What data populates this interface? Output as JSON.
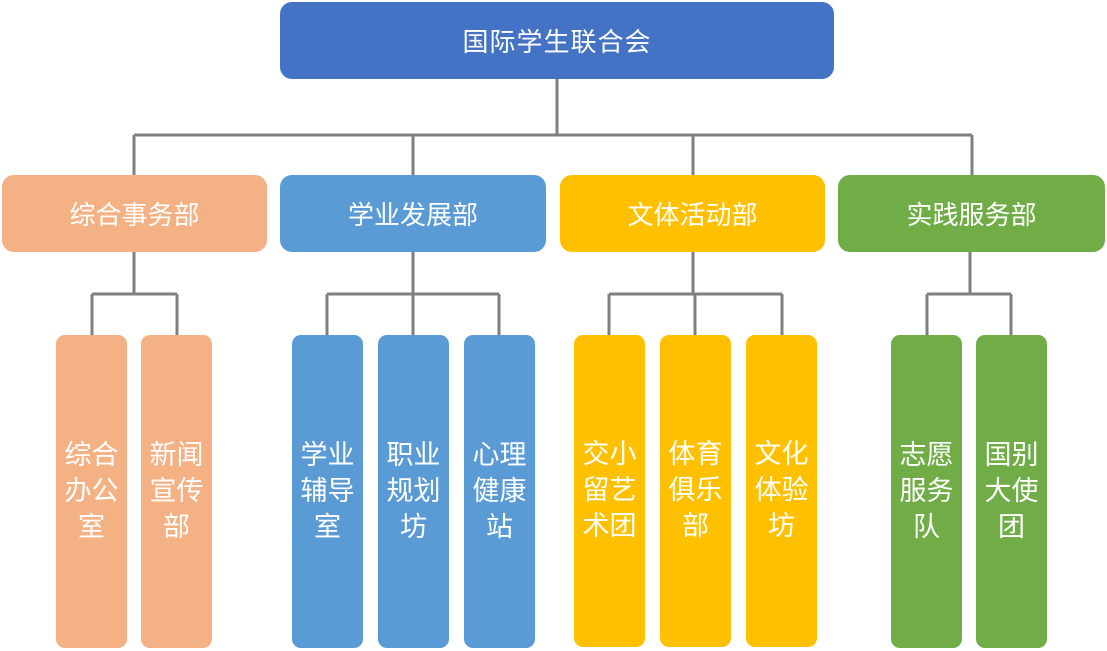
{
  "root": {
    "label": "国际学生联合会",
    "color": "#4472C4"
  },
  "departments": [
    {
      "label": "综合事务部",
      "color": "#F4B183",
      "units": [
        "综合办公室",
        "新闻宣传部"
      ]
    },
    {
      "label": "学业发展部",
      "color": "#5B9BD5",
      "units": [
        "学业辅导室",
        "职业规划坊",
        "心理健康站"
      ]
    },
    {
      "label": "文体活动部",
      "color": "#FFC000",
      "units": [
        "交小留艺术团",
        "体育俱乐部",
        "文化体验坊"
      ]
    },
    {
      "label": "实践服务部",
      "color": "#70AD47",
      "units": [
        "志愿服务队",
        "国别大使团"
      ]
    }
  ],
  "connector_color": "#7F7F7F"
}
